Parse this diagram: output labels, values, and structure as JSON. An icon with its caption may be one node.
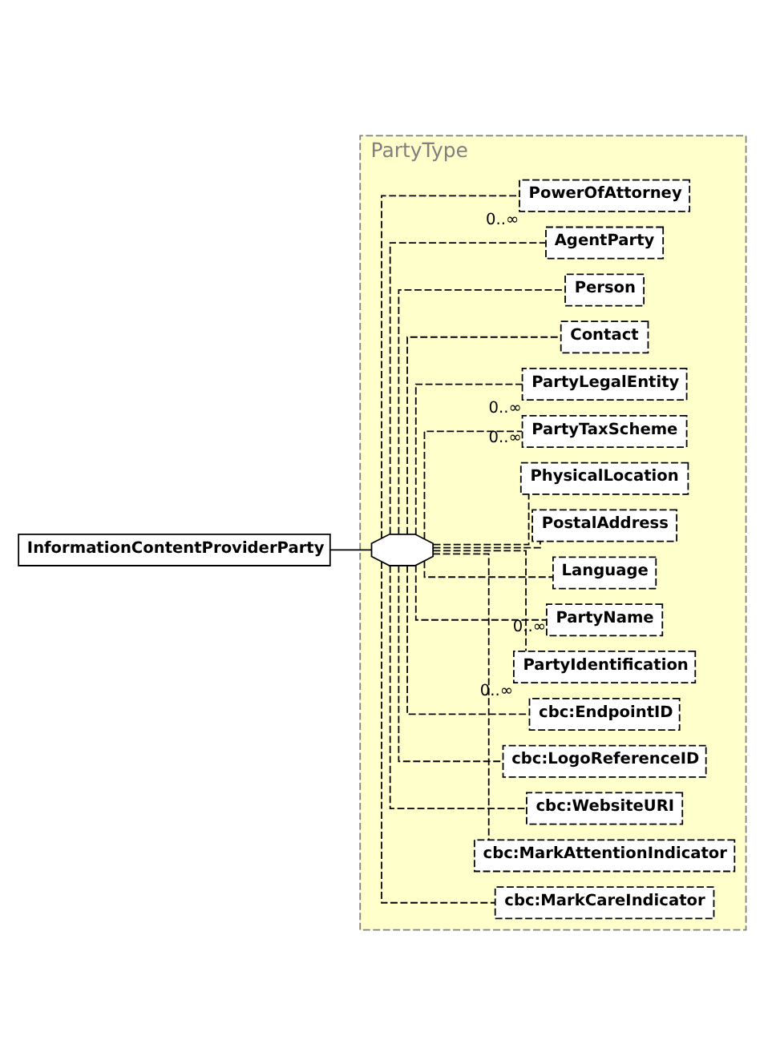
{
  "diagram": {
    "nodes": [
      {
        "text": [
          "InformationContentProviderParty"
        ]
      },
      {
        "text": [
          "PartyType"
        ]
      },
      {
        "text": [],
        "shape": "octagon",
        "in": 1
      },
      {
        "text": [
          "cbc:MarkCareIndicator"
        ],
        "in": 1
      },
      {
        "text": [
          "cbc:MarkAttentionIndicator"
        ],
        "in": 1
      },
      {
        "text": [
          "cbc:WebsiteURI"
        ],
        "in": 1
      },
      {
        "text": [
          "cbc:LogoReferenceID"
        ],
        "in": 1
      },
      {
        "text": [
          "cbc:EndpointID"
        ],
        "in": 1
      },
      {
        "text": [
          "PartyIdentification"
        ],
        "beside": [
          "0..∞"
        ],
        "in": 1
      },
      {
        "text": [
          "PartyName"
        ],
        "beside": [
          "0..∞"
        ],
        "in": 1
      },
      {
        "text": [
          "Language"
        ],
        "in": 1
      },
      {
        "text": [
          "PostalAddress"
        ],
        "in": 1
      },
      {
        "text": [
          "PhysicalLocation"
        ],
        "in": 1
      },
      {
        "text": [
          "PartyTaxScheme"
        ],
        "beside": [
          "0..∞"
        ],
        "in": 1
      },
      {
        "text": [
          "PartyLegalEntity"
        ],
        "beside": [
          "0..∞"
        ],
        "in": 1
      },
      {
        "text": [
          "Contact"
        ],
        "in": 1
      },
      {
        "text": [
          "Person"
        ],
        "in": 1
      },
      {
        "text": [
          "AgentParty"
        ],
        "in": 1
      },
      {
        "text": [
          "PowerOfAttorney"
        ],
        "beside": [
          "0..∞"
        ],
        "in": 1
      }
    ],
    "edges": [
      {
        "from": 0,
        "to": 2,
        "arrow": "none"
      },
      {
        "from": 2,
        "to": 3,
        "arrow": "none",
        "style": "dashed"
      },
      {
        "from": 2,
        "to": 4,
        "arrow": "none",
        "style": "dashed"
      },
      {
        "from": 2,
        "to": 5,
        "arrow": "none",
        "style": "dashed"
      },
      {
        "from": 2,
        "to": 6,
        "arrow": "none",
        "style": "dashed"
      },
      {
        "from": 2,
        "to": 7,
        "arrow": "none",
        "style": "dashed"
      },
      {
        "from": 2,
        "to": 8,
        "arrow": "none",
        "style": "dashed"
      },
      {
        "from": 2,
        "to": 9,
        "arrow": "none",
        "style": "dashed"
      },
      {
        "from": 2,
        "to": 10,
        "arrow": "none",
        "style": "dashed"
      },
      {
        "from": 2,
        "to": 11,
        "arrow": "none",
        "style": "dashed"
      },
      {
        "from": 2,
        "to": 12,
        "arrow": "none",
        "style": "dashed"
      },
      {
        "from": 2,
        "to": 13,
        "arrow": "none",
        "style": "dashed"
      },
      {
        "from": 2,
        "to": 14,
        "arrow": "none",
        "style": "dashed"
      },
      {
        "from": 2,
        "to": 15,
        "arrow": "none",
        "style": "dashed"
      },
      {
        "from": 2,
        "to": 16,
        "arrow": "none",
        "style": "dashed"
      },
      {
        "from": 2,
        "to": 17,
        "arrow": "none",
        "style": "dashed"
      },
      {
        "from": 2,
        "to": 18,
        "arrow": "none",
        "style": "dashed"
      }
    ]
  }
}
